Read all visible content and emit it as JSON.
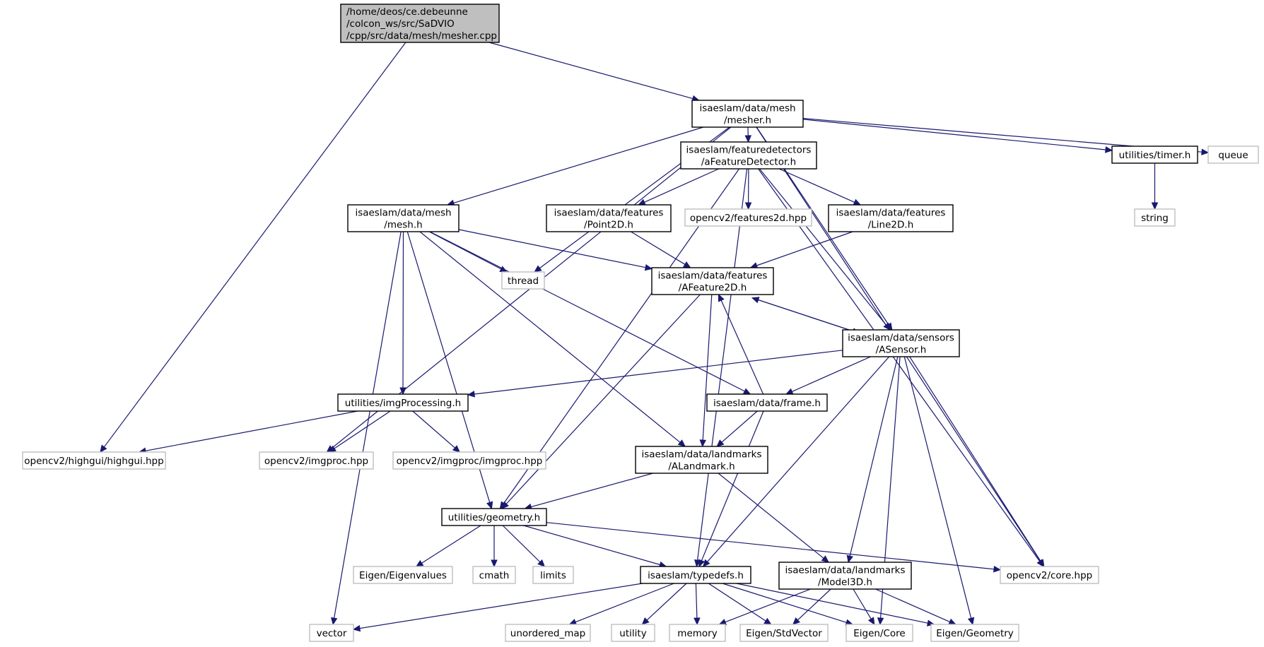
{
  "colors": {
    "edge": "#191970",
    "focus_fill": "#bfbfbf",
    "node_border": "#000000",
    "external_border": "#bfbfbf",
    "external_text": "#404040",
    "background": "#ffffff"
  },
  "nodes": {
    "mesher_cpp": {
      "lines": [
        "/home/deos/ce.debeunne",
        "/colcon_ws/src/SaDVIO",
        "/cpp/src/data/mesh/mesher.cpp"
      ],
      "kind": "focus"
    },
    "mesher_h": {
      "lines": [
        "isaeslam/data/mesh",
        "/mesher.h"
      ],
      "kind": "internal"
    },
    "afeaturedetector_h": {
      "lines": [
        "isaeslam/featuredetectors",
        "/aFeatureDetector.h"
      ],
      "kind": "internal"
    },
    "timer_h": {
      "lines": [
        "utilities/timer.h"
      ],
      "kind": "internal"
    },
    "queue": {
      "lines": [
        "queue"
      ],
      "kind": "external"
    },
    "string": {
      "lines": [
        "string"
      ],
      "kind": "external"
    },
    "mesh_h": {
      "lines": [
        "isaeslam/data/mesh",
        "/mesh.h"
      ],
      "kind": "internal"
    },
    "point2d_h": {
      "lines": [
        "isaeslam/data/features",
        "/Point2D.h"
      ],
      "kind": "internal"
    },
    "features2d_hpp": {
      "lines": [
        "opencv2/features2d.hpp"
      ],
      "kind": "external"
    },
    "line2d_h": {
      "lines": [
        "isaeslam/data/features",
        "/Line2D.h"
      ],
      "kind": "internal"
    },
    "thread": {
      "lines": [
        "thread"
      ],
      "kind": "external"
    },
    "afeature2d_h": {
      "lines": [
        "isaeslam/data/features",
        "/AFeature2D.h"
      ],
      "kind": "internal"
    },
    "asensor_h": {
      "lines": [
        "isaeslam/data/sensors",
        "/ASensor.h"
      ],
      "kind": "internal"
    },
    "imgprocessing_h": {
      "lines": [
        "utilities/imgProcessing.h"
      ],
      "kind": "internal"
    },
    "frame_h": {
      "lines": [
        "isaeslam/data/frame.h"
      ],
      "kind": "internal"
    },
    "highgui_hpp": {
      "lines": [
        "opencv2/highgui/highgui.hpp"
      ],
      "kind": "external"
    },
    "imgproc_hpp": {
      "lines": [
        "opencv2/imgproc.hpp"
      ],
      "kind": "external"
    },
    "imgproc_imgproc_hpp": {
      "lines": [
        "opencv2/imgproc/imgproc.hpp"
      ],
      "kind": "external"
    },
    "alandmark_h": {
      "lines": [
        "isaeslam/data/landmarks",
        "/ALandmark.h"
      ],
      "kind": "internal"
    },
    "geometry_h": {
      "lines": [
        "utilities/geometry.h"
      ],
      "kind": "internal"
    },
    "eigenvalues": {
      "lines": [
        "Eigen/Eigenvalues"
      ],
      "kind": "external"
    },
    "cmath": {
      "lines": [
        "cmath"
      ],
      "kind": "external"
    },
    "limits": {
      "lines": [
        "limits"
      ],
      "kind": "external"
    },
    "typedefs_h": {
      "lines": [
        "isaeslam/typedefs.h"
      ],
      "kind": "internal"
    },
    "model3d_h": {
      "lines": [
        "isaeslam/data/landmarks",
        "/Model3D.h"
      ],
      "kind": "internal"
    },
    "core_hpp": {
      "lines": [
        "opencv2/core.hpp"
      ],
      "kind": "external"
    },
    "vector": {
      "lines": [
        "vector"
      ],
      "kind": "external"
    },
    "unordered_map": {
      "lines": [
        "unordered_map"
      ],
      "kind": "external"
    },
    "utility": {
      "lines": [
        "utility"
      ],
      "kind": "external"
    },
    "memory": {
      "lines": [
        "memory"
      ],
      "kind": "external"
    },
    "stdvector": {
      "lines": [
        "Eigen/StdVector"
      ],
      "kind": "external"
    },
    "eigen_core": {
      "lines": [
        "Eigen/Core"
      ],
      "kind": "external"
    },
    "eigen_geometry": {
      "lines": [
        "Eigen/Geometry"
      ],
      "kind": "external"
    }
  },
  "edges": [
    [
      "mesher_cpp",
      "mesher_h"
    ],
    [
      "mesher_cpp",
      "highgui_hpp"
    ],
    [
      "mesher_h",
      "afeaturedetector_h"
    ],
    [
      "mesher_h",
      "timer_h"
    ],
    [
      "mesher_h",
      "queue"
    ],
    [
      "mesher_h",
      "mesh_h"
    ],
    [
      "mesher_h",
      "thread"
    ],
    [
      "mesher_h",
      "asensor_h"
    ],
    [
      "mesher_h",
      "imgproc_hpp"
    ],
    [
      "mesher_h",
      "core_hpp"
    ],
    [
      "timer_h",
      "string"
    ],
    [
      "afeaturedetector_h",
      "point2d_h"
    ],
    [
      "afeaturedetector_h",
      "features2d_hpp"
    ],
    [
      "afeaturedetector_h",
      "line2d_h"
    ],
    [
      "afeaturedetector_h",
      "asensor_h"
    ],
    [
      "afeaturedetector_h",
      "core_hpp"
    ],
    [
      "afeaturedetector_h",
      "typedefs_h"
    ],
    [
      "afeaturedetector_h",
      "geometry_h"
    ],
    [
      "mesh_h",
      "thread"
    ],
    [
      "mesh_h",
      "afeature2d_h"
    ],
    [
      "mesh_h",
      "imgprocessing_h"
    ],
    [
      "mesh_h",
      "frame_h"
    ],
    [
      "mesh_h",
      "alandmark_h"
    ],
    [
      "mesh_h",
      "geometry_h"
    ],
    [
      "mesh_h",
      "vector"
    ],
    [
      "point2d_h",
      "afeature2d_h"
    ],
    [
      "line2d_h",
      "afeature2d_h"
    ],
    [
      "afeature2d_h",
      "asensor_h"
    ],
    [
      "asensor_h",
      "afeature2d_h"
    ],
    [
      "afeature2d_h",
      "alandmark_h"
    ],
    [
      "afeature2d_h",
      "geometry_h"
    ],
    [
      "asensor_h",
      "imgprocessing_h"
    ],
    [
      "asensor_h",
      "frame_h"
    ],
    [
      "asensor_h",
      "typedefs_h"
    ],
    [
      "asensor_h",
      "model3d_h"
    ],
    [
      "asensor_h",
      "eigen_core"
    ],
    [
      "asensor_h",
      "eigen_geometry"
    ],
    [
      "asensor_h",
      "core_hpp"
    ],
    [
      "frame_h",
      "afeature2d_h"
    ],
    [
      "frame_h",
      "alandmark_h"
    ],
    [
      "frame_h",
      "typedefs_h"
    ],
    [
      "imgprocessing_h",
      "highgui_hpp"
    ],
    [
      "imgprocessing_h",
      "imgproc_hpp"
    ],
    [
      "imgprocessing_h",
      "imgproc_imgproc_hpp"
    ],
    [
      "alandmark_h",
      "geometry_h"
    ],
    [
      "alandmark_h",
      "model3d_h"
    ],
    [
      "geometry_h",
      "eigenvalues"
    ],
    [
      "geometry_h",
      "cmath"
    ],
    [
      "geometry_h",
      "limits"
    ],
    [
      "geometry_h",
      "typedefs_h"
    ],
    [
      "geometry_h",
      "core_hpp"
    ],
    [
      "typedefs_h",
      "vector"
    ],
    [
      "typedefs_h",
      "unordered_map"
    ],
    [
      "typedefs_h",
      "utility"
    ],
    [
      "typedefs_h",
      "memory"
    ],
    [
      "typedefs_h",
      "stdvector"
    ],
    [
      "typedefs_h",
      "eigen_core"
    ],
    [
      "typedefs_h",
      "eigen_geometry"
    ],
    [
      "model3d_h",
      "memory"
    ],
    [
      "model3d_h",
      "stdvector"
    ],
    [
      "model3d_h",
      "eigen_core"
    ],
    [
      "model3d_h",
      "eigen_geometry"
    ]
  ]
}
